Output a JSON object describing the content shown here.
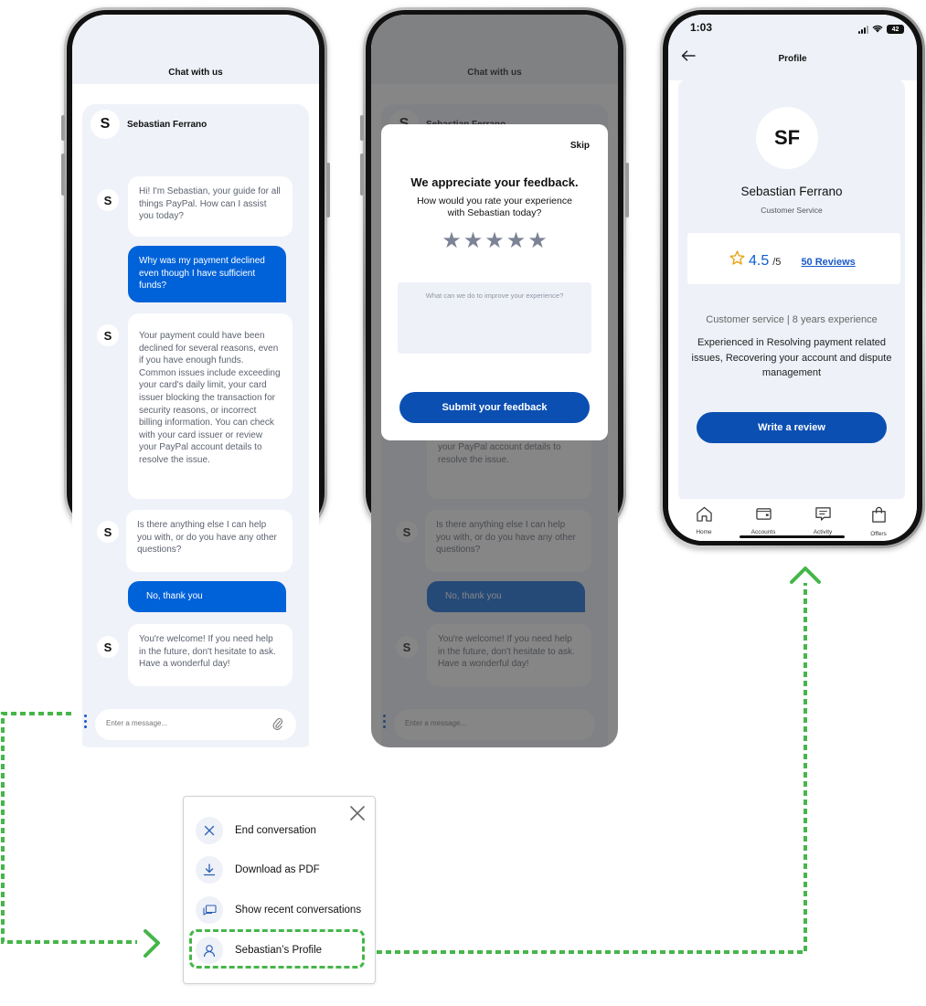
{
  "colors": {
    "primary_blue": "#0062d9",
    "button_blue": "#0b4fb2",
    "panel_bg": "#eff2f9",
    "star_gold": "#e8a317",
    "flow_green": "#45b649"
  },
  "status_bar": {
    "time": "1:03",
    "battery": "42"
  },
  "chat": {
    "title": "Chat with us",
    "agent_initial": "S",
    "agent_name": "Sebastian Ferrano",
    "messages": [
      {
        "from": "agent",
        "text": "Hi! I'm Sebastian, your guide for all things PayPal. How can I assist you today?"
      },
      {
        "from": "user",
        "text": "Why was my payment declined even though I have sufficient funds?"
      },
      {
        "from": "agent",
        "text": "Your payment could have been declined for several reasons, even if you have enough funds. Common issues include exceeding your card's daily limit, your card issuer blocking the transaction for security reasons, or incorrect billing information. You can check with your card issuer or review your PayPal account details to resolve the issue."
      },
      {
        "from": "agent",
        "text": "Is there anything else I can help you with, or do you have any other questions?"
      },
      {
        "from": "user",
        "text": "No, thank you"
      },
      {
        "from": "agent",
        "text": "You're welcome! If you need help in the future, don't hesitate to ask. Have a wonderful day!"
      }
    ],
    "composer_placeholder": "Enter a message..."
  },
  "feedback": {
    "skip_label": "Skip",
    "title": "We appreciate your feedback.",
    "subtitle": "How would you rate your experience with Sebastian today?",
    "star_count": 5,
    "textarea_placeholder": "What can we do to improve your experience?",
    "submit_label": "Submit your feedback"
  },
  "profile": {
    "title": "Profile",
    "initials": "SF",
    "name": "Sebastian Ferrano",
    "role": "Customer Service",
    "rating_value": "4.5",
    "rating_max": "/5",
    "reviews_link": "50 Reviews",
    "experience": "Customer service | 8 years experience",
    "description": "Experienced in Resolving payment related issues, Recovering your account and dispute management",
    "write_review_label": "Write a review",
    "tabs": [
      {
        "label": "Home",
        "icon": "home-icon"
      },
      {
        "label": "Accounts",
        "icon": "wallet-icon"
      },
      {
        "label": "Activity",
        "icon": "activity-icon"
      },
      {
        "label": "Offers",
        "icon": "shopping-bag-icon"
      }
    ]
  },
  "menu": {
    "items": [
      {
        "label": "End conversation",
        "icon": "close-icon"
      },
      {
        "label": "Download as PDF",
        "icon": "download-icon"
      },
      {
        "label": "Show recent conversations",
        "icon": "chat-history-icon"
      },
      {
        "label": "Sebastian’s Profile",
        "icon": "user-icon"
      }
    ]
  }
}
